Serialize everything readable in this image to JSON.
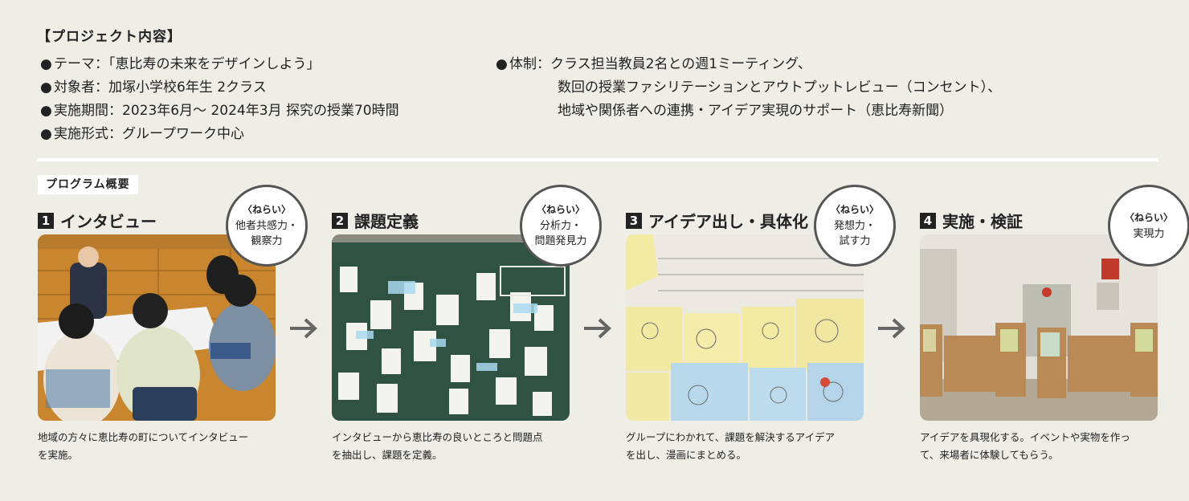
{
  "project": {
    "title": "【プロジェクト内容】",
    "bullet": "●",
    "left_items": [
      "テーマ：「恵比寿の未来をデザインしよう」",
      "対象者：加塚小学校6年生 2クラス",
      "実施期間：2023年6月～ 2024年3月 探究の授業70時間",
      "実施形式：グループワーク中心"
    ],
    "right_first": "体制：クラス担当教員2名との週1ミーティング、",
    "right_cont": [
      "数回の授業ファシリテーションとアウトプットレビュー（コンセント）、",
      "地域や関係者への連携・アイデア実現のサポート（恵比寿新聞）"
    ]
  },
  "program": {
    "label": "プログラム概要",
    "badge_label": "〈ねらい〉",
    "steps": [
      {
        "num": "1",
        "title": "インタビュー",
        "aim": "他者共感力・\n観察力",
        "desc": "地域の方々に恵比寿の町についてインタビュー\nを実施。"
      },
      {
        "num": "2",
        "title": "課題定義",
        "aim": "分析力・\n問題発見力",
        "desc": "インタビューから恵比寿の良いところと問題点\nを抽出し、課題を定義。"
      },
      {
        "num": "3",
        "title": "アイデア出し・具体化",
        "aim": "発想力・\n試す力",
        "desc": "グループにわかれて、課題を解決するアイデア\nを出し、漫画にまとめる。"
      },
      {
        "num": "4",
        "title": "実施・検証",
        "aim": "実現力",
        "desc": "アイデアを具現化する。イベントや実物を作っ\nて、来場者に体験してもらう。"
      }
    ]
  },
  "colors": {
    "background": "#eeede6",
    "badge_border": "#555555",
    "arrow": "#666666"
  }
}
